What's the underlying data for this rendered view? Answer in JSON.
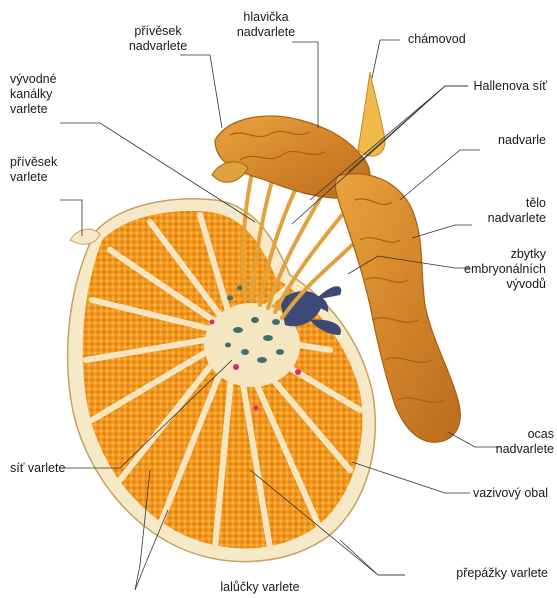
{
  "labels": {
    "privesek_nadvarlete": "přívěsek\nnadvarlete",
    "hlavicka_nadvarlete": "hlavička\nnadvarlete",
    "chamovod": "chámovod",
    "vyvodne_kanalky": "vývodné\nkanálky\nvarlete",
    "hallenova_sit": "Hallenova síť",
    "nadvarle": "nadvarle",
    "privesek_varlete": "přívěsek\nvarlete",
    "telo_nadvarlete": "tělo\nnadvarlete",
    "zbytky": "zbytky\nembryonálních\nvývodů",
    "sit_varlete": "síť varlete",
    "ocas_nadvarlete": "ocas\nnadvarlete",
    "vazivovy_obal": "vazivový obal",
    "prepazky_varlete": "přepážky varlete",
    "lalucky_varlete": "lalůčky varlete"
  },
  "colors": {
    "lobule": "#f29a1e",
    "lobule_dots": "#e07b10",
    "septa": "#f4e6c0",
    "capsule": "#f6e9c8",
    "epididymis": "#d98a2a",
    "epididymis_dark": "#a95f14",
    "ducts": "#e0a23c",
    "rete_spots": "#3f6f6a",
    "vessels": "#3d4a78",
    "pink_spots": "#e0287a",
    "leader": "#333333"
  }
}
